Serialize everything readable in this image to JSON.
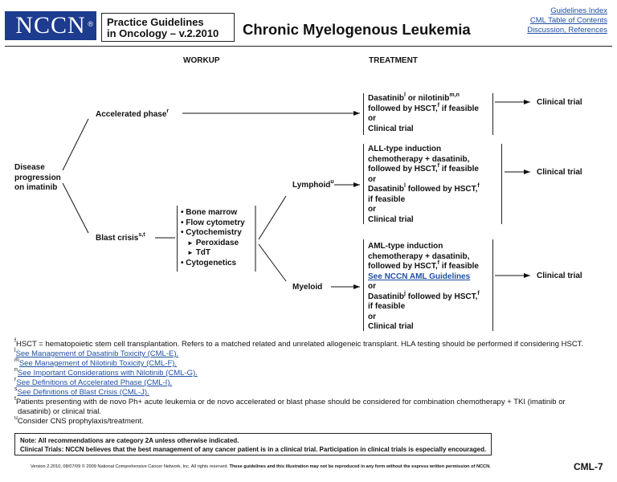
{
  "header": {
    "logo": "NCCN",
    "logo_reg": "®",
    "guidelines_line1": "Practice Guidelines",
    "guidelines_line2": "in Oncology – v.2.2010",
    "title": "Chronic Myelogenous Leukemia",
    "links": [
      "Guidelines Index",
      "CML Table of Contents",
      "Discussion, References"
    ]
  },
  "columns": {
    "workup": "WORKUP",
    "treatment": "TREATMENT"
  },
  "flow": {
    "disease": [
      "Disease",
      "progression",
      "on imatinib"
    ],
    "accelerated": {
      "label": "Accelerated phase",
      "sup": "r"
    },
    "blast": {
      "label": "Blast crisis",
      "sup": "s,t"
    },
    "workup_items": [
      "Bone marrow",
      "Flow cytometry",
      "Cytochemistry",
      "Peroxidase",
      "TdT",
      "Cytogenetics"
    ],
    "lymphoid": {
      "label": "Lymphoid",
      "sup": "u"
    },
    "myeloid": {
      "label": "Myeloid"
    },
    "tx_accel": {
      "l1a": "Dasatinib",
      "l1a_sup": "l",
      "l1b": " or nilotinib",
      "l1b_sup": "m,n",
      "l2": "followed by HSCT,",
      "l2_sup": "f",
      "l2b": " if feasible",
      "l3": "or",
      "l4": "Clinical trial"
    },
    "tx_lymph": {
      "l1": "ALL-type induction",
      "l2": "chemotherapy + dasatinib,",
      "l3": "followed by HSCT,",
      "l3_sup": "f",
      "l3b": " if feasible",
      "l4": "or",
      "l5": "Dasatinib",
      "l5_sup": "l",
      "l5b": " followed by HSCT,",
      "l5b_sup": "f",
      "l6": "if feasible",
      "l7": "or",
      "l8": "Clinical trial"
    },
    "tx_myel": {
      "l1": "AML-type induction",
      "l2": "chemotherapy + dasatinib,",
      "l3": "followed by HSCT,",
      "l3_sup": "f",
      "l3b": " if feasible",
      "l4": "See NCCN AML Guidelines",
      "l5": "or",
      "l6": "Dasatinib",
      "l6_sup": "j",
      "l6b": " followed by HSCT,",
      "l6b_sup": "f",
      "l7": "if feasible",
      "l8": "or",
      "l9": "Clinical trial"
    },
    "clinical_trial": "Clinical trial"
  },
  "footnotes": [
    {
      "mark": "f",
      "text": "HSCT = hematopoietic stem cell transplantation. Refers to a matched related and unrelated allogeneic transplant. HLA testing should be performed if considering HSCT."
    },
    {
      "mark": "l",
      "text": "See Management of Dasatinib Toxicity (CML-E)."
    },
    {
      "mark": "m",
      "text": "See Management of Nilotinib Toxicity (CML-F)."
    },
    {
      "mark": "n",
      "text": "See Important Considerations with Nilotinib (CML-G)."
    },
    {
      "mark": "r",
      "text": "See Definitions of Accelerated Phase (CML-I)."
    },
    {
      "mark": "s",
      "text": "See Definitions of Blast Crisis (CML-J)."
    },
    {
      "mark": "t",
      "text": "Patients presenting with de novo Ph+ acute leukemia or de novo accelerated or blast phase should be considered for combination chemotherapy + TKI (imatinib or",
      "text2": "dasatinib) or clinical trial."
    },
    {
      "mark": "u",
      "text": "Consider CNS prophylaxis/treatment."
    }
  ],
  "note": {
    "line1": "Note:  All recommendations are category 2A unless otherwise indicated.",
    "line2": "Clinical Trials: NCCN believes that the best management of any cancer patient is in a clinical trial.  Participation in clinical trials is especially encouraged."
  },
  "version_text": "Version 2.2010, 08/07/09 © 2009 National Comprehensive Cancer Network, Inc. All rights reserved.",
  "version_bold": " These guidelines and this illustration may not be reproduced in any form without the express written permission of NCCN.",
  "page_code": "CML-7"
}
